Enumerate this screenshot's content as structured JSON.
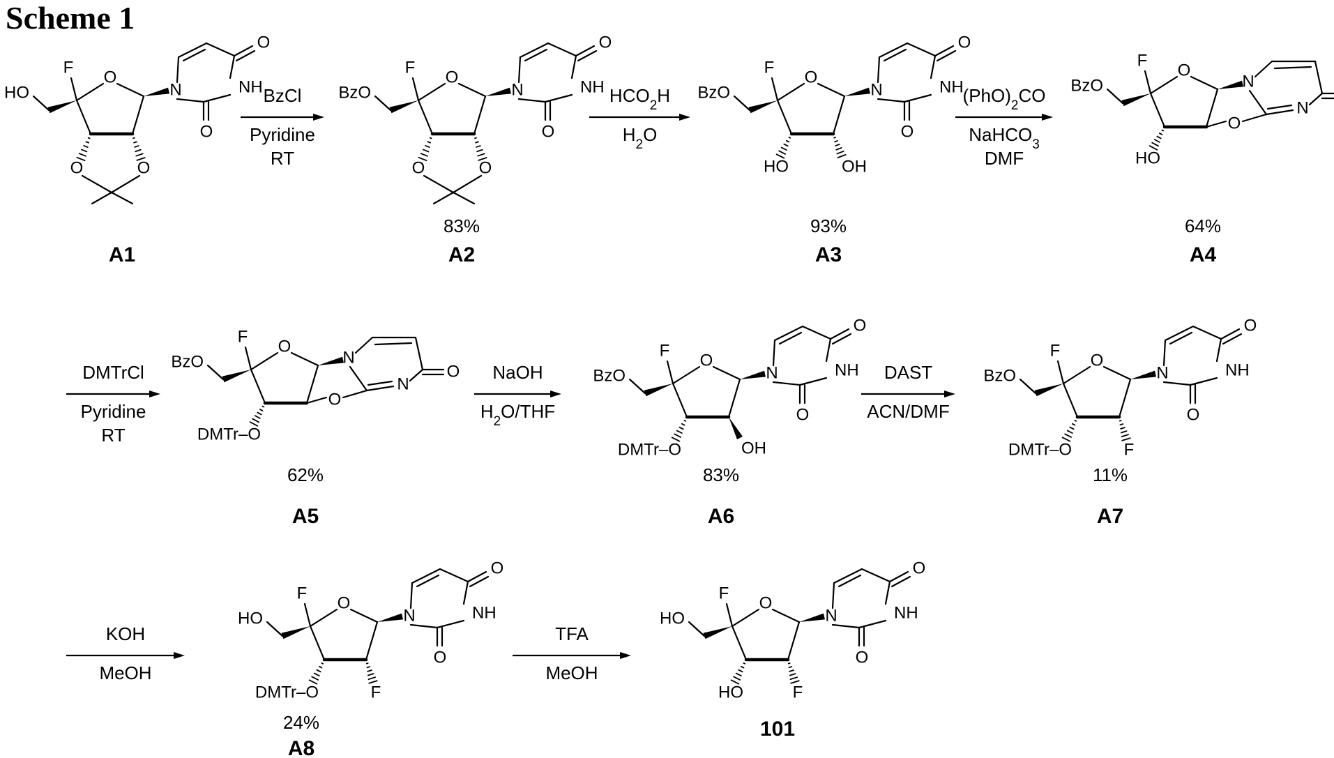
{
  "title": "Scheme 1",
  "compounds": [
    {
      "label": "A1",
      "yield": ""
    },
    {
      "label": "A2",
      "yield": "83%"
    },
    {
      "label": "A3",
      "yield": "93%"
    },
    {
      "label": "A4",
      "yield": "64%"
    },
    {
      "label": "A5",
      "yield": "62%"
    },
    {
      "label": "A6",
      "yield": "83%"
    },
    {
      "label": "A7",
      "yield": "11%"
    },
    {
      "label": "A8",
      "yield": "24%"
    },
    {
      "label": "101",
      "yield": ""
    }
  ],
  "steps": [
    {
      "above": [
        "BzCl"
      ],
      "below": [
        "Pyridine",
        "RT"
      ]
    },
    {
      "above": [
        "HCO2H"
      ],
      "below": [
        "H2O"
      ]
    },
    {
      "above": [
        "(PhO)2CO"
      ],
      "below": [
        "NaHCO3",
        "DMF"
      ]
    },
    {
      "above": [
        "DMTrCl"
      ],
      "below": [
        "Pyridine",
        "RT"
      ]
    },
    {
      "above": [
        "NaOH"
      ],
      "below": [
        "H2O/THF"
      ]
    },
    {
      "above": [
        "DAST"
      ],
      "below": [
        "ACN/DMF"
      ]
    },
    {
      "above": [
        "KOH"
      ],
      "below": [
        "MeOH"
      ]
    },
    {
      "above": [
        "TFA"
      ],
      "below": [
        "MeOH"
      ]
    }
  ],
  "atoms": {
    "F": "F",
    "O": "O",
    "N": "N",
    "NH": "NH",
    "HO": "HO",
    "OH": "OH",
    "BzO": "BzO",
    "DMTrO": "DMTr–O"
  }
}
